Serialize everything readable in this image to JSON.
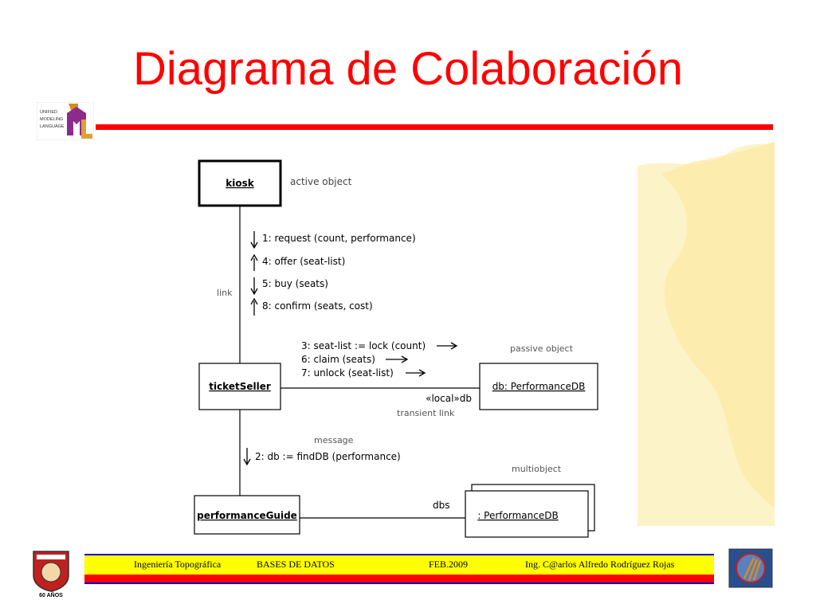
{
  "slide": {
    "title": "Diagrama de Colaboración",
    "logo_text": [
      "UNIFIED",
      "MODELING",
      "LANGUAGE"
    ],
    "seal_text": "60 AÑOS"
  },
  "diagram": {
    "objects": {
      "kiosk": "kiosk",
      "ticket_seller": "ticketSeller",
      "performance_db": "db: PerformanceDB",
      "performance_guide": "performanceGuide",
      "multi_db": ": PerformanceDB"
    },
    "annotations": {
      "active_object": "active object",
      "link": "link",
      "passive_object": "passive object",
      "local_db": "«local»db",
      "transient_link": "transient link",
      "message": "message",
      "multiobject": "multiobject",
      "dbs": "dbs"
    },
    "messages_kiosk": [
      "1: request (count, performance)",
      "4: offer (seat-list)",
      "5: buy (seats)",
      "8: confirm (seats, cost)"
    ],
    "messages_db": [
      "3: seat-list := lock (count)",
      "6: claim (seats)",
      "7: unlock (seat-list)"
    ],
    "message_guide": "2: db := findDB (performance)"
  },
  "footer": {
    "course": "Ingeniería Topográfica",
    "subject": "BASES DE DATOS",
    "date": "FEB.2009",
    "author": "Ing. C@arlos Alfredo Rodríguez Rojas"
  },
  "colors": {
    "title": "#ff0000",
    "rule": "#ff0000",
    "footer_yellow": "#ffff00",
    "footer_red": "#ff0000",
    "footer_border": "#0000cc",
    "background_shape": "#fdf3c8"
  }
}
